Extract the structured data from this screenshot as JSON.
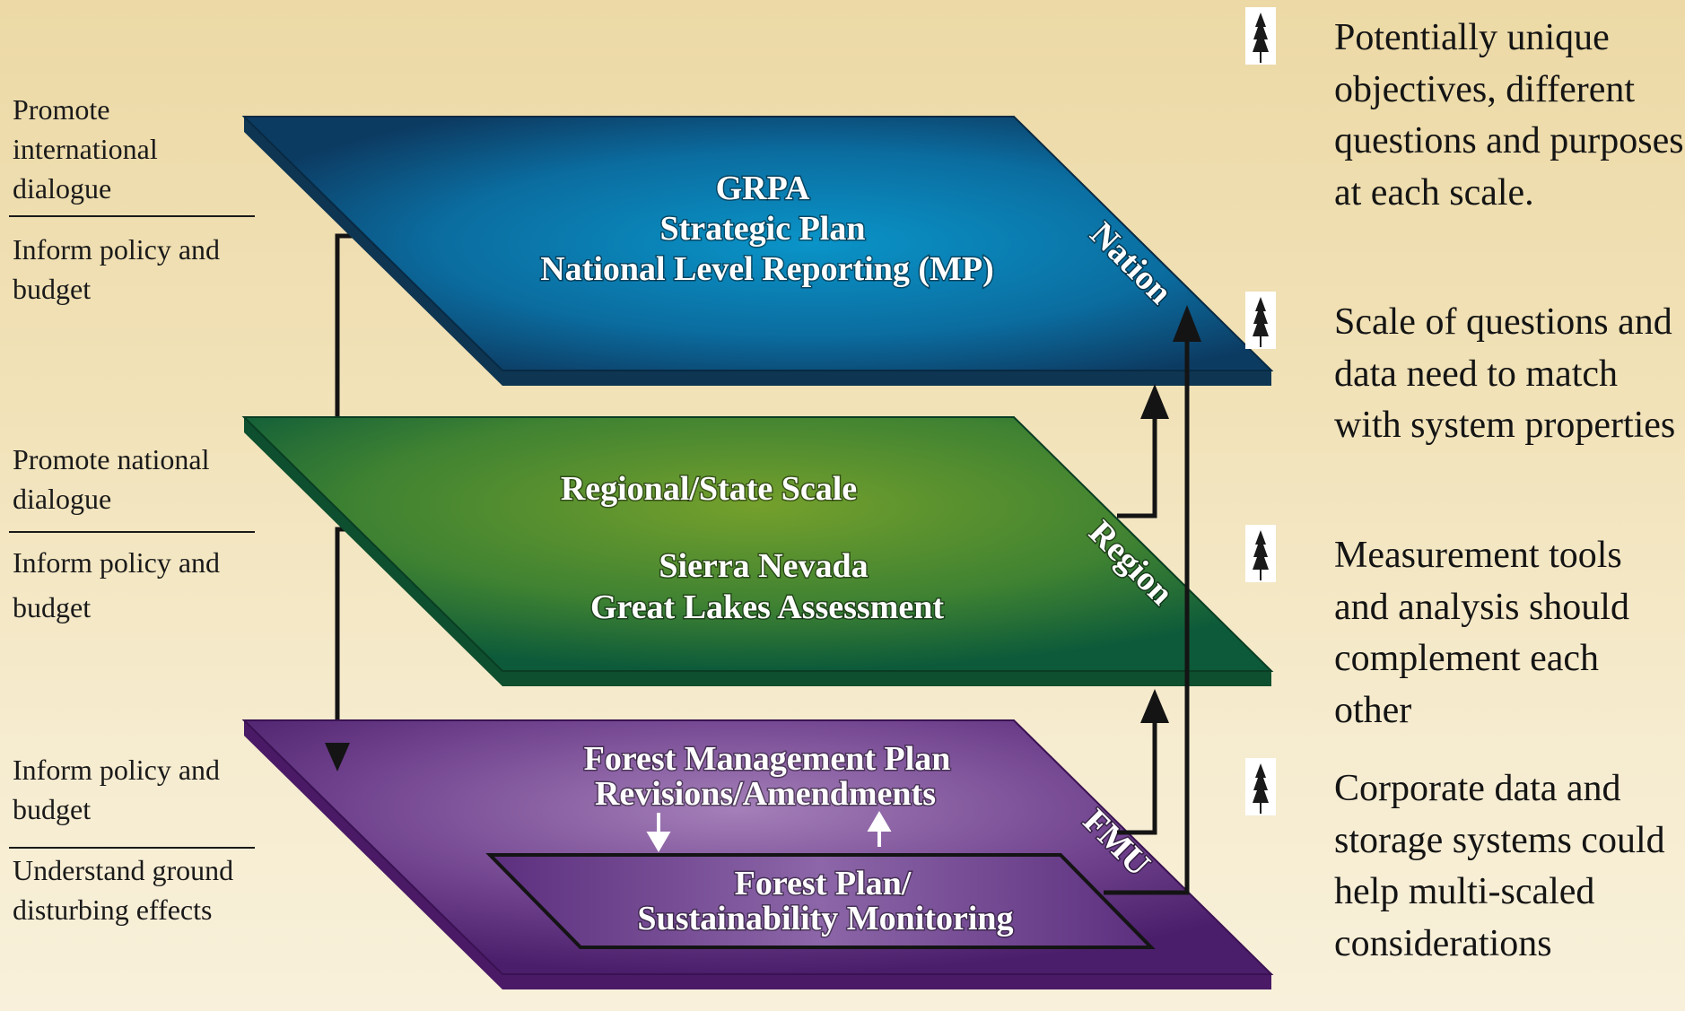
{
  "colors": {
    "background": "#f1e2b8",
    "nation_plane": "#0b6a9c",
    "region_plane": "#4f8a2a",
    "fmu_plane": "#6b3a8a",
    "arrow": "#141414"
  },
  "left_labels": [
    "Promote international dialogue",
    "Inform policy and budget",
    "Promote national dialogue",
    "Inform policy and budget",
    "Inform policy and budget",
    "Understand ground disturbing effects"
  ],
  "planes": {
    "nation": {
      "tag": "Nation",
      "lines": [
        "GRPA",
        "Strategic Plan",
        "National Level Reporting (MP)"
      ]
    },
    "region": {
      "tag": "Region",
      "lines": [
        "Regional/State Scale",
        "Sierra Nevada",
        "Great Lakes Assessment"
      ]
    },
    "fmu": {
      "tag": "FMU",
      "lines": [
        "Forest Management Plan",
        "Revisions/Amendments"
      ],
      "inner_lines": [
        "Forest Plan/",
        "Sustainability Monitoring"
      ]
    }
  },
  "bullets": [
    {
      "icon": "tree-icon",
      "text": "Potentially unique objectives, different questions and purposes at each scale."
    },
    {
      "icon": "tree-icon",
      "text": "Scale of questions and data need to match with system properties"
    },
    {
      "icon": "tree-icon",
      "text": "Measurement tools and analysis should complement each other"
    },
    {
      "icon": "tree-icon",
      "text": "Corporate data and storage systems could help multi-scaled considerations"
    }
  ]
}
